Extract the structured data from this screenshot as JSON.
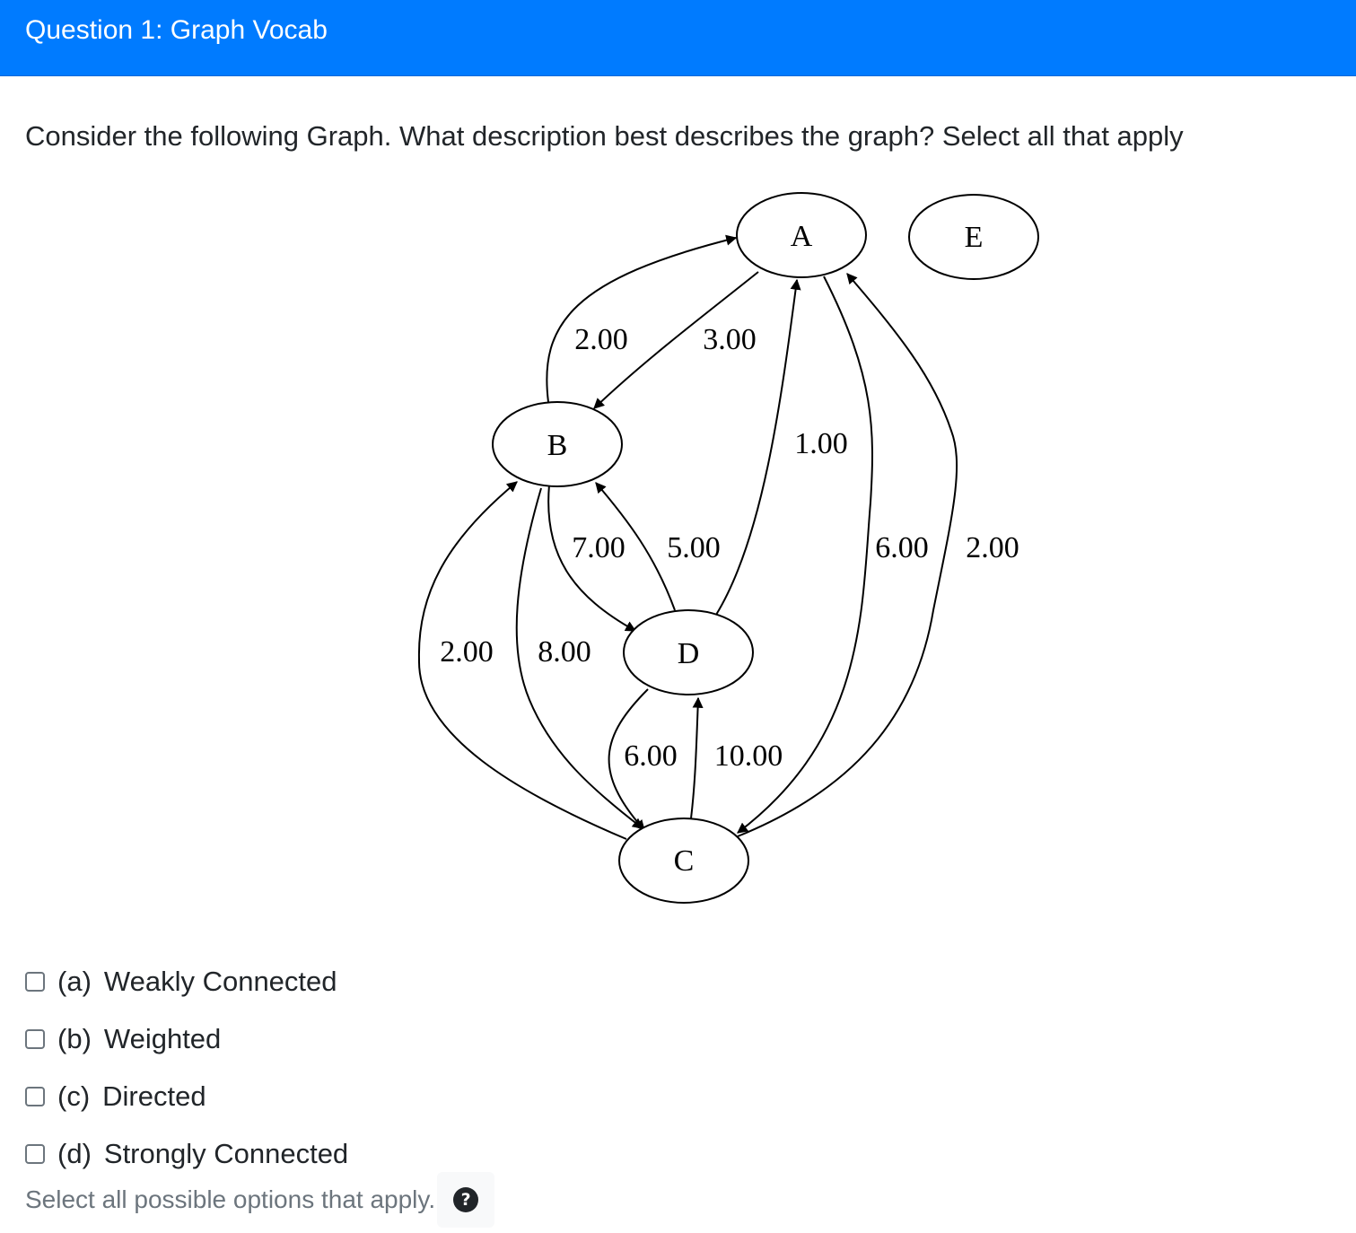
{
  "header": {
    "title": "Question 1: Graph Vocab"
  },
  "question": {
    "prompt": "Consider the following Graph. What description best describes the graph? Select all that apply"
  },
  "graph": {
    "nodes": {
      "A": "A",
      "B": "B",
      "C": "C",
      "D": "D",
      "E": "E"
    },
    "edges": {
      "b_a": "2.00",
      "a_b": "3.00",
      "d_a": "1.00",
      "a_c": "6.00",
      "c_a": "2.00",
      "b_d": "7.00",
      "d_b": "5.00",
      "c_b": "2.00",
      "b_c": "8.00",
      "d_c": "6.00",
      "c_d": "10.00"
    }
  },
  "options": [
    {
      "letter": "(a)",
      "label": "Weakly Connected",
      "checked": false
    },
    {
      "letter": "(b)",
      "label": "Weighted",
      "checked": false
    },
    {
      "letter": "(c)",
      "label": "Directed",
      "checked": false
    },
    {
      "letter": "(d)",
      "label": "Strongly Connected",
      "checked": false
    }
  ],
  "help": {
    "text": "Select all possible options that apply.",
    "icon": "question-circle-icon",
    "icon_glyph": "?"
  },
  "colors": {
    "header_bg": "#007bff",
    "header_text": "#ffffff",
    "muted_text": "#6c757d"
  }
}
